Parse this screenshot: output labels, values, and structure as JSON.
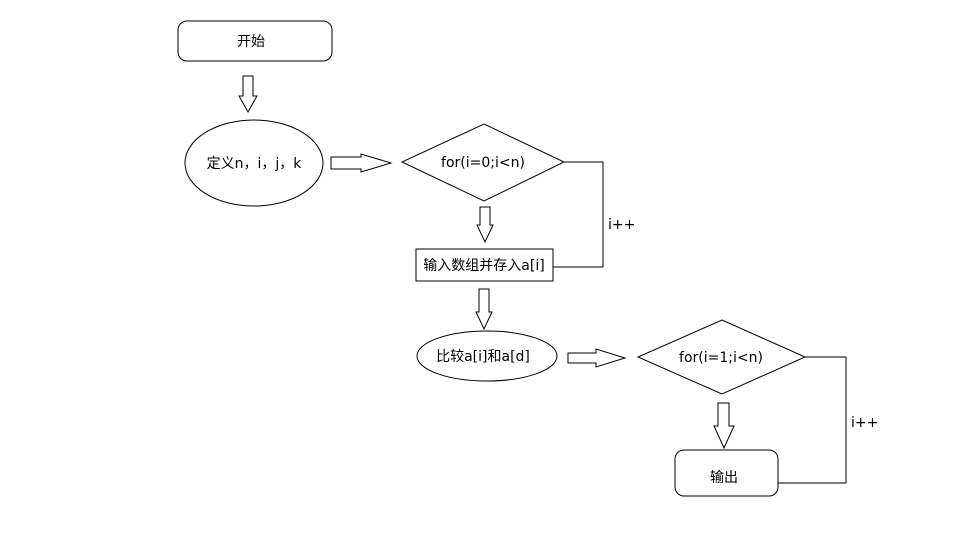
{
  "diagram": {
    "start": "开始",
    "define": "定义n，i，j，k",
    "loop1_condition": "for(i=0;i<n)",
    "input_step": "输入数组并存入a[i]",
    "loop1_increment": "i++",
    "compare": "比较a[i]和a[d]",
    "loop2_condition": "for(i=1;i<n)",
    "output": "输出",
    "loop2_increment": "i++"
  },
  "colors": {
    "stroke": "#000000",
    "fill": "#ffffff",
    "text": "#000000"
  }
}
